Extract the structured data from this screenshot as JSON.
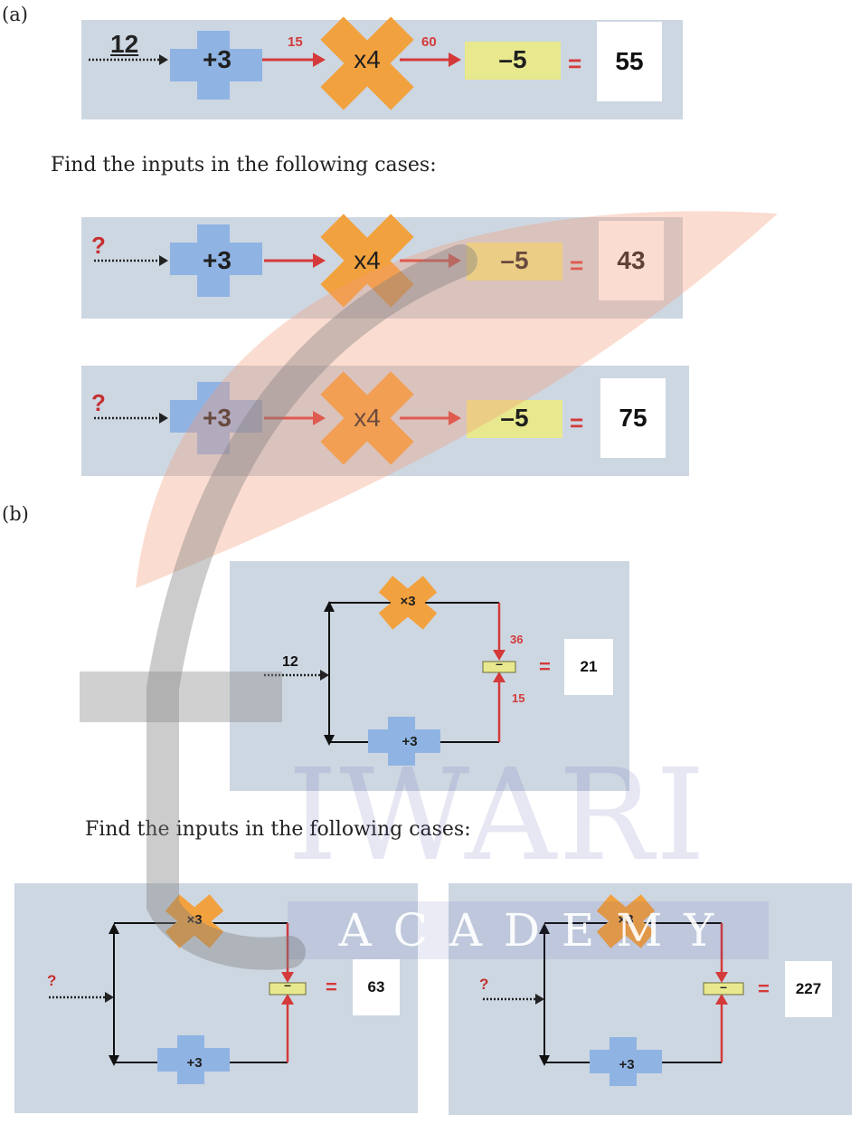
{
  "part_a": {
    "label": "(a)",
    "example": {
      "input": "12",
      "op1": "+3",
      "mid1": "15",
      "op2": "x4",
      "mid2": "60",
      "op3": "–5",
      "equals": "=",
      "output": "55"
    },
    "instruction": "Find the inputs in the following cases:",
    "cases": [
      {
        "input": "?",
        "op1": "+3",
        "op2": "x4",
        "op3": "–5",
        "equals": "=",
        "output": "43"
      },
      {
        "input": "?",
        "op1": "+3",
        "op2": "x4",
        "op3": "–5",
        "equals": "=",
        "output": "75"
      }
    ]
  },
  "part_b": {
    "label": "(b)",
    "example": {
      "input": "12",
      "top_op": "×3",
      "bottom_op": "+3",
      "minus": "–",
      "top_value": "36",
      "bottom_value": "15",
      "equals": "=",
      "output": "21"
    },
    "instruction": "Find the inputs in the following cases:",
    "cases": [
      {
        "input": "?",
        "top_op": "×3",
        "bottom_op": "+3",
        "minus": "–",
        "equals": "=",
        "output": "63"
      },
      {
        "input": "?",
        "top_op": "×3",
        "bottom_op": "+3",
        "minus": "–",
        "equals": "=",
        "output": "227"
      }
    ]
  },
  "watermark": {
    "word1": "IWARI",
    "word2": "A C A D E M Y"
  },
  "colors": {
    "panel": "#cdd7e2",
    "plus_box": "#8fb4e3",
    "cross": "#f2a13f",
    "minus_box": "#e8e98e",
    "arrow_red": "#d43a3a",
    "q_mark": "#c52f2f"
  }
}
